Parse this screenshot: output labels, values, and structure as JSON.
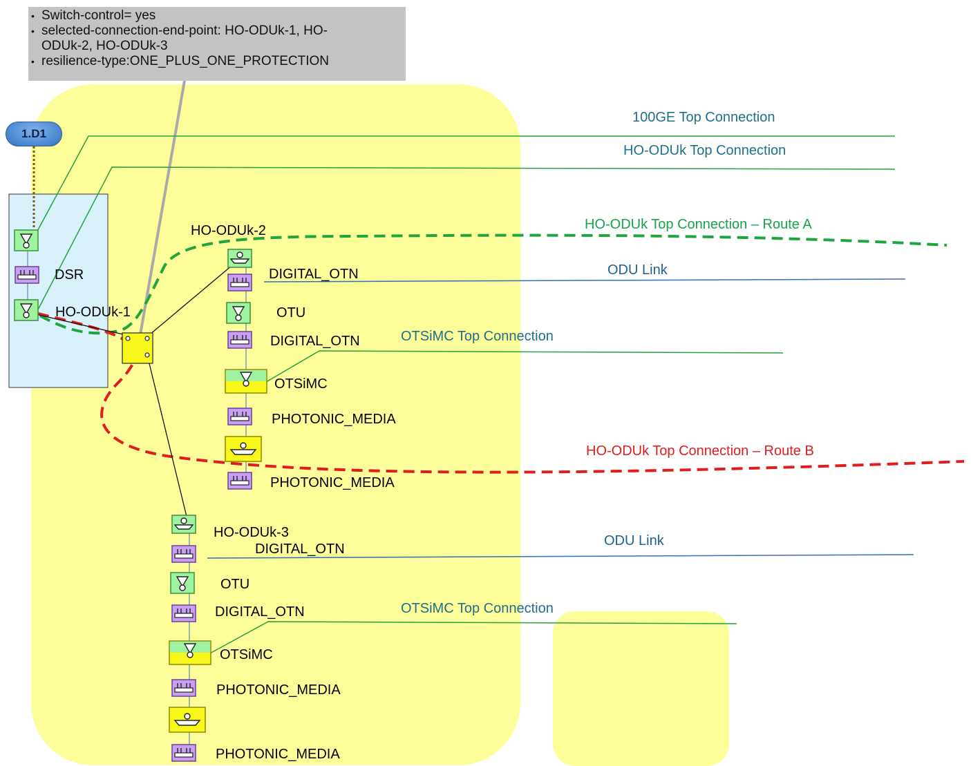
{
  "note": {
    "lines": [
      "Switch-control= yes",
      "selected-connection-end-point: HO-ODUk-1, HO-ODUk-2, HO-ODUk-3",
      "resilience-type:ONE_PLUS_ONE_PROTECTION"
    ],
    "line2_a": "selected-connection-end-point: HO-ODUk-1, HO-",
    "line2_b": "ODUk-2, HO-ODUk-3"
  },
  "node_badge": "1.D1",
  "connections": {
    "top_100ge": "100GE Top Connection",
    "ho_oduk_top": "HO-ODUk Top Connection",
    "route_a": "HO-ODUk Top Connection – Route A",
    "route_b": "HO-ODUk Top Connection – Route B",
    "odu_link_1": "ODU Link",
    "odu_link_2": "ODU Link",
    "otsimc_top_1": "OTSiMC Top Connection",
    "otsimc_top_2": "OTSiMC Top Connection"
  },
  "labels": {
    "dsr": "DSR",
    "ho_oduk_1": "HO-ODUk-1",
    "ho_oduk_2": "HO-ODUk-2",
    "ho_oduk_3": "HO-ODUk-3",
    "digital_otn_a1": "DIGITAL_OTN",
    "otu_a": "OTU",
    "digital_otn_a2": "DIGITAL_OTN",
    "otsimc_a": "OTSiMC",
    "photonic_a1": "PHOTONIC_MEDIA",
    "photonic_a2": "PHOTONIC_MEDIA",
    "digital_otn_b1": "DIGITAL_OTN",
    "otu_b": "OTU",
    "digital_otn_b2": "DIGITAL_OTN",
    "otsimc_b": "OTSiMC",
    "photonic_b1": "PHOTONIC_MEDIA",
    "photonic_b2": "PHOTONIC_MEDIA"
  },
  "colors": {
    "domain_fill": "#fdfd99",
    "client_fill": "#d8f1fb",
    "cep_green": "#9ff29f",
    "nep_purple": "#c89ff2",
    "switch_yellow": "#f7f71c",
    "route_a": "#1fa53b",
    "route_b": "#e01c1c",
    "link_blue": "#2f6fb5",
    "top_conn_green": "#1fa53b"
  }
}
